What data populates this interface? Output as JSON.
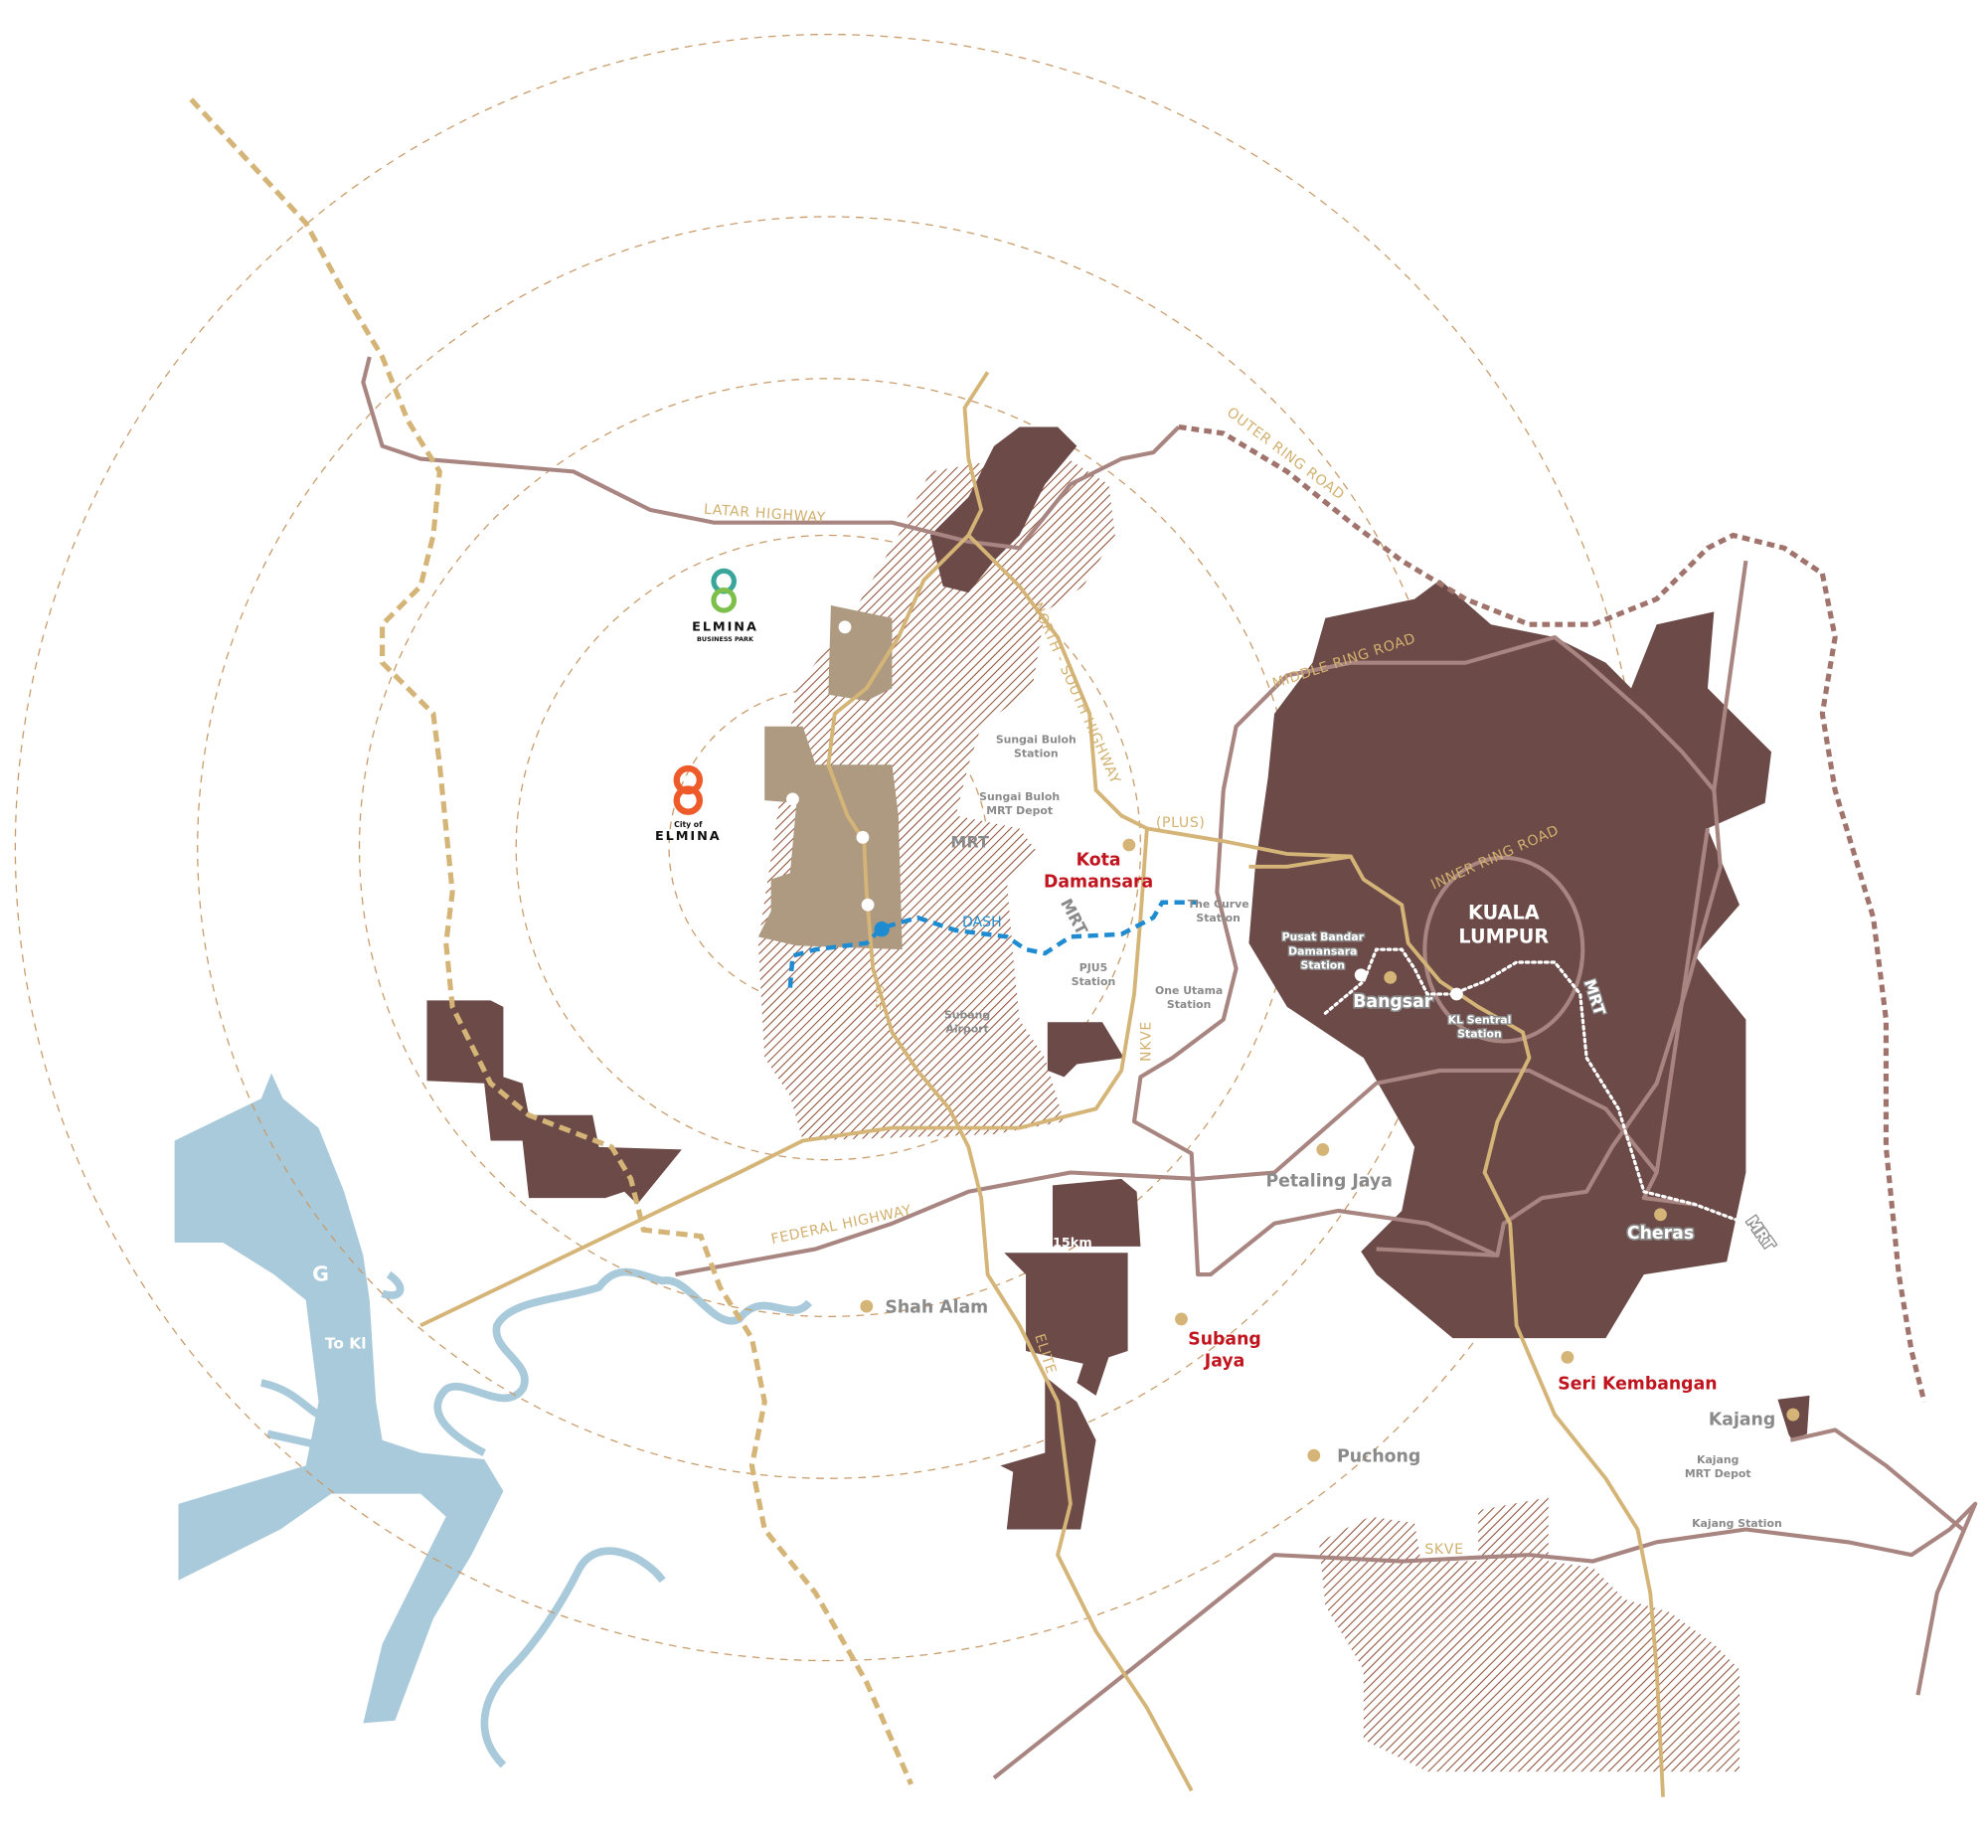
{
  "colors": {
    "urban_dark": "#6b4a48",
    "elmina_tan": "#ae9a80",
    "water": "#a9cadb",
    "highway_tan": "#d4b577",
    "road_mauve": "#a88580",
    "radius_ring": "#c89b6a",
    "dash_line": "#1f8bd0",
    "red_label": "#c0151e"
  },
  "roads": {
    "latar": "LATAR HIGHWAY",
    "outer_ring": "OUTER RING ROAD",
    "middle_ring": "MIDDLE RING ROAD",
    "inner_ring": "INNER RING ROAD",
    "north_south": "NORTH - SOUTH HIGHWAY",
    "plus": "(PLUS)",
    "nkve": "NKVE",
    "federal": "FEDERAL HIGHWAY",
    "elite": "ELITE",
    "skve": "SKVE",
    "gce": "GCE"
  },
  "rail": {
    "mrt": "MRT",
    "dash": "DASH"
  },
  "stations": {
    "sungai_buloh": [
      "Sungai Buloh",
      "Station"
    ],
    "sungai_buloh_depot": [
      "Sungai Buloh",
      "MRT Depot"
    ],
    "pju5": [
      "PJU5",
      "Station"
    ],
    "one_utama": [
      "One Utama",
      "Station"
    ],
    "the_curve": [
      "The Curve",
      "Station"
    ],
    "subang_airport": [
      "Subang",
      "Airport"
    ],
    "pusat_bandar": [
      "Pusat Bandar",
      "Damansara",
      "Station"
    ],
    "kl_sentral": [
      "KL Sentral",
      "Station"
    ],
    "kajang_depot": [
      "Kajang",
      "MRT Depot"
    ],
    "kajang_station": "Kajang Station"
  },
  "towns": {
    "kota_damansara": [
      "Kota",
      "Damansara"
    ],
    "kuala_lumpur": [
      "KUALA",
      "LUMPUR"
    ],
    "bangsar": "Bangsar",
    "petaling_jaya": "Petaling Jaya",
    "shah_alam": "Shah Alam",
    "subang_jaya": [
      "Subang",
      "Jaya"
    ],
    "puchong": "Puchong",
    "seri_kembangan": "Seri Kembangan",
    "cheras": "Cheras",
    "kajang": "Kajang"
  },
  "misc": {
    "distance": "15km",
    "to_kl": "To Kl",
    "partial_label": "G"
  },
  "logos": {
    "business_park": {
      "name": "ELMINA",
      "sub": "BUSINESS PARK"
    },
    "city": {
      "pre": "City of",
      "name": "ELMINA"
    }
  }
}
